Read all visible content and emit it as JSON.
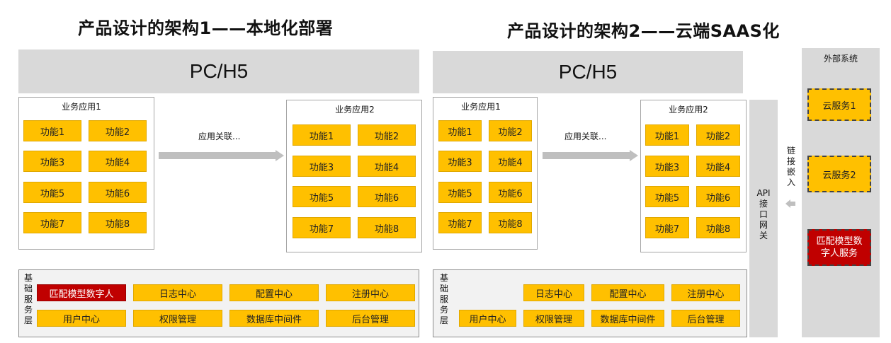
{
  "left": {
    "title": "产品设计的架构1——本地化部署",
    "pc": "PC/H5",
    "app1": {
      "label": "业务应用1",
      "funcs": [
        "功能1",
        "功能2",
        "功能3",
        "功能4",
        "功能5",
        "功能6",
        "功能7",
        "功能8"
      ]
    },
    "app2": {
      "label": "业务应用2",
      "funcs": [
        "功能1",
        "功能2",
        "功能3",
        "功能4",
        "功能5",
        "功能6",
        "功能7",
        "功能8"
      ]
    },
    "link_label": "应用关联...",
    "base_label": "基础服务层",
    "base_row1": [
      "匹配模型数字人",
      "日志中心",
      "配置中心",
      "注册中心"
    ],
    "base_row2": [
      "用户中心",
      "权限管理",
      "数据库中间件",
      "后台管理"
    ]
  },
  "right": {
    "title": "产品设计的架构2——云端SAAS化",
    "pc": "PC/H5",
    "app1": {
      "label": "业务应用1",
      "funcs": [
        "功能1",
        "功能2",
        "功能3",
        "功能4",
        "功能5",
        "功能6",
        "功能7",
        "功能8"
      ]
    },
    "app2": {
      "label": "业务应用2",
      "funcs": [
        "功能1",
        "功能2",
        "功能3",
        "功能4",
        "功能5",
        "功能6",
        "功能7",
        "功能8"
      ]
    },
    "link_label": "应用关联...",
    "base_label": "基础服务层",
    "base_row1": [
      "日志中心",
      "配置中心",
      "注册中心"
    ],
    "base_row2": [
      "用户中心",
      "权限管理",
      "数据库中间件",
      "后台管理"
    ],
    "gateway_label": "API接口网关",
    "embed_label": "链接嵌入",
    "external": {
      "label": "外部系统",
      "services": [
        "云服务1",
        "云服务2",
        "匹配模型数字人服务"
      ]
    }
  },
  "colors": {
    "gold": "#ffc000",
    "red": "#c00000",
    "gray": "#d9d9d9"
  }
}
